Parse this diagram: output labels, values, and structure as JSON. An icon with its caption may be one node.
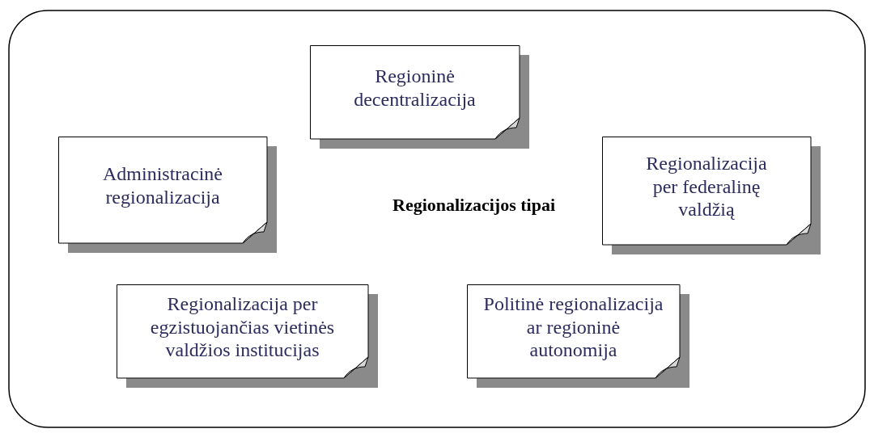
{
  "diagram": {
    "nodes": [
      {
        "text": [
          "Regionalizacijos tipai"
        ]
      },
      {
        "text": [
          "Regioninė decentralizacija"
        ],
        "in": 0
      },
      {
        "text": [
          "Administracinė regionalizacija"
        ],
        "in": 0
      },
      {
        "text": [
          "Regionalizacija per federalinę valdžią"
        ],
        "in": 0
      },
      {
        "text": [
          "Regionalizacija per egzistuojančias vietinės valdžios institucijas"
        ],
        "in": 0
      },
      {
        "text": [
          "Politinė regionalizacija ar regioninė autonomija"
        ],
        "in": 0
      }
    ]
  }
}
